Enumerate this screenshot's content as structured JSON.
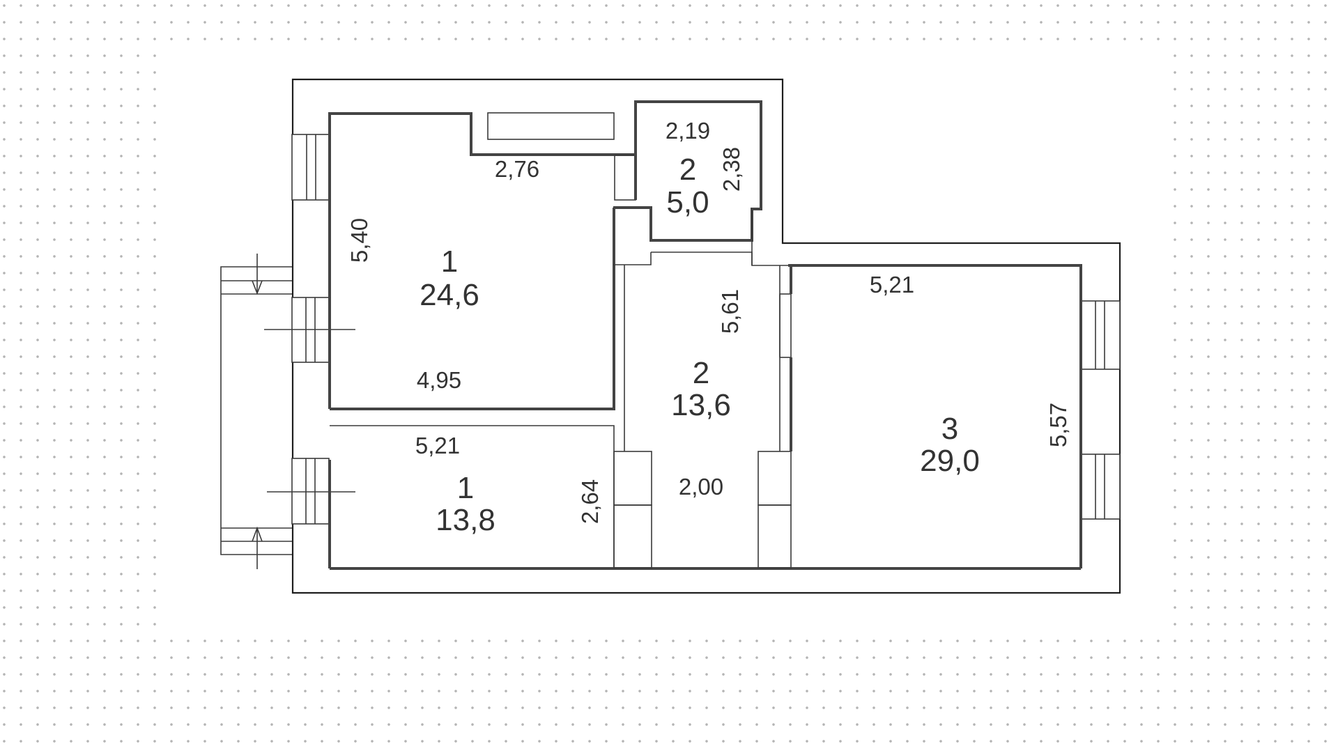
{
  "background": {
    "pattern": "dot-grid",
    "dot_color": "#b4b4b4",
    "page_color": "#ffffff"
  },
  "floor_plan": {
    "wall_color": "#444444",
    "outline_color": "#1e1e1e",
    "text_color": "#333333",
    "rooms": [
      {
        "id": "room-1-large",
        "number": "1",
        "area": "24,6",
        "dims": {
          "top": "2,76",
          "left": "5,40",
          "bottom": "4,95"
        }
      },
      {
        "id": "room-2-small",
        "number": "2",
        "area": "5,0",
        "dims": {
          "top": "2,19",
          "right": "2,38"
        }
      },
      {
        "id": "room-1-lower",
        "number": "1",
        "area": "13,8",
        "dims": {
          "top": "5,21",
          "right": "2,64"
        }
      },
      {
        "id": "room-2-corridor",
        "number": "2",
        "area": "13,6",
        "dims": {
          "right": "5,61",
          "bottom": "2,00"
        }
      },
      {
        "id": "room-3",
        "number": "3",
        "area": "29,0",
        "dims": {
          "top": "5,21",
          "right": "5,57"
        }
      }
    ]
  }
}
